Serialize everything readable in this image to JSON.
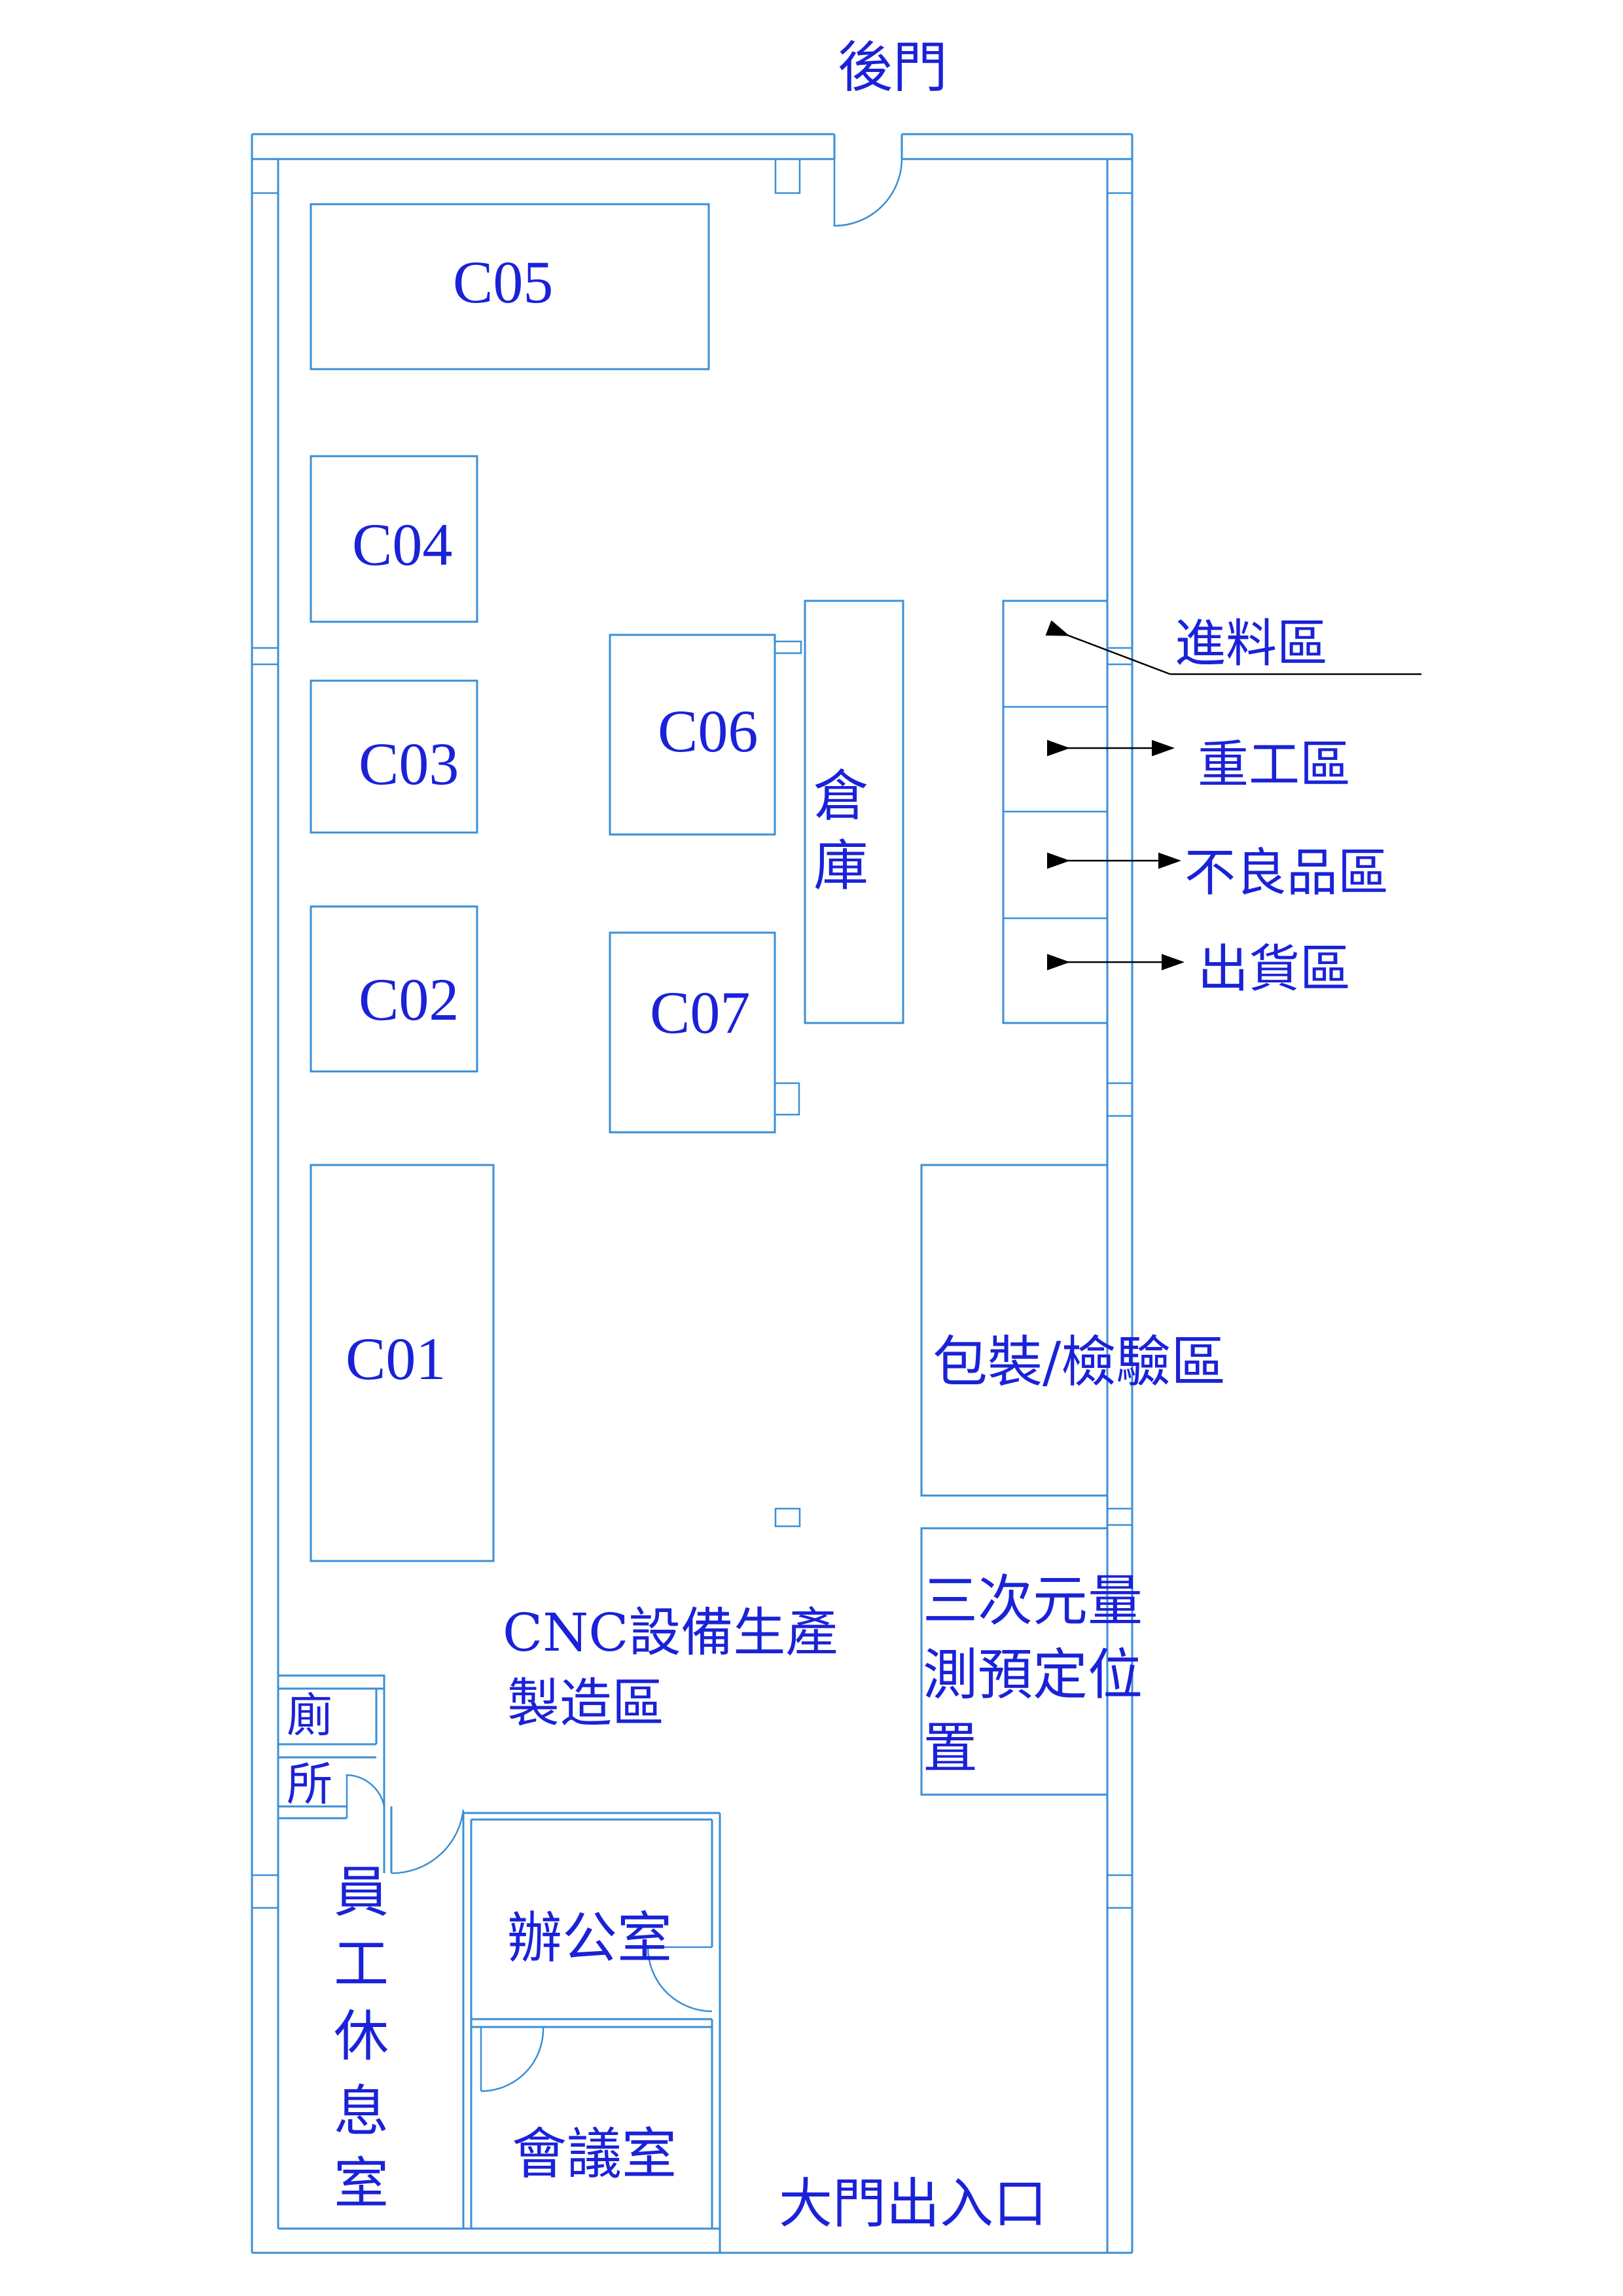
{
  "labels": {
    "back_door": "後門",
    "c05": "C05",
    "c04": "C04",
    "c03": "C03",
    "c02": "C02",
    "c01": "C01",
    "c06": "C06",
    "c07": "C07",
    "warehouse_1": "倉",
    "warehouse_2": "庫",
    "incoming_area": "進料區",
    "rework_area": "重工區",
    "defect_area": "不良品區",
    "shipping_area": "出貨區",
    "packing_inspection": "包裝/檢驗區",
    "cmm_line1": "三次元量",
    "cmm_line2": "測預定位",
    "cmm_line3": "置",
    "cnc_line1": "CNC設備生產",
    "cnc_line2": "製造區",
    "toilet_1": "廁",
    "toilet_2": "所",
    "lounge_1": "員",
    "lounge_2": "工",
    "lounge_3": "休",
    "lounge_4": "息",
    "lounge_5": "室",
    "office": "辦公室",
    "meeting_room": "會議室",
    "main_entrance": "大門出入口"
  },
  "colors": {
    "wall": "#3a8fd6",
    "text": "#1a22d8",
    "pointer": "#000000"
  }
}
